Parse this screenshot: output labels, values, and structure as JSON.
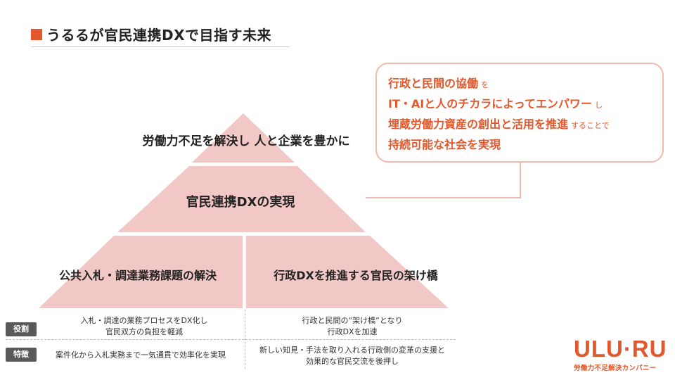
{
  "slide": {
    "title": "うるるが官民連携DXで目指す未来"
  },
  "pyramid": {
    "top_label": "労働力不足を解決し 人と企業を豊かに",
    "middle_label": "官民連携DXの実現",
    "bottom_left_label": "公共入札・調達業務課題の解決",
    "bottom_right_label": "行政DXを推進する官民の架け橋"
  },
  "callout": {
    "line1_main": "行政と民間の協働",
    "line1_small": "を",
    "line2_main": "IT・AIと人のチカラによってエンパワー",
    "line2_small": "し",
    "line3_main": "埋蔵労働力資産の創出と活用を推進",
    "line3_small": "することで",
    "line4_main": "持続可能な社会を実現"
  },
  "table": {
    "role_label": "役割",
    "feature_label": "特徴",
    "role_left_1": "入札・調達の業務プロセスをDX化し",
    "role_left_2": "官民双方の負担を軽減",
    "role_right_1": "行政と民間の“架け橋”となり",
    "role_right_2": "行政DXを加速",
    "feature_left": "案件化から入札実務まで一気通貫で効率化を実現",
    "feature_right_1": "新しい知見・手法を取り入れる行政側の変革の支援と",
    "feature_right_2": "効果的な官民交流を後押し"
  },
  "logo": {
    "mark": "ULU·RU",
    "tagline": "労働力不足解決カンパニー"
  },
  "colors": {
    "accent": "#e2572b",
    "pyramid_fill": "#f2c8c6",
    "callout_border": "#f3b9aa",
    "tag_bg": "#595959"
  }
}
